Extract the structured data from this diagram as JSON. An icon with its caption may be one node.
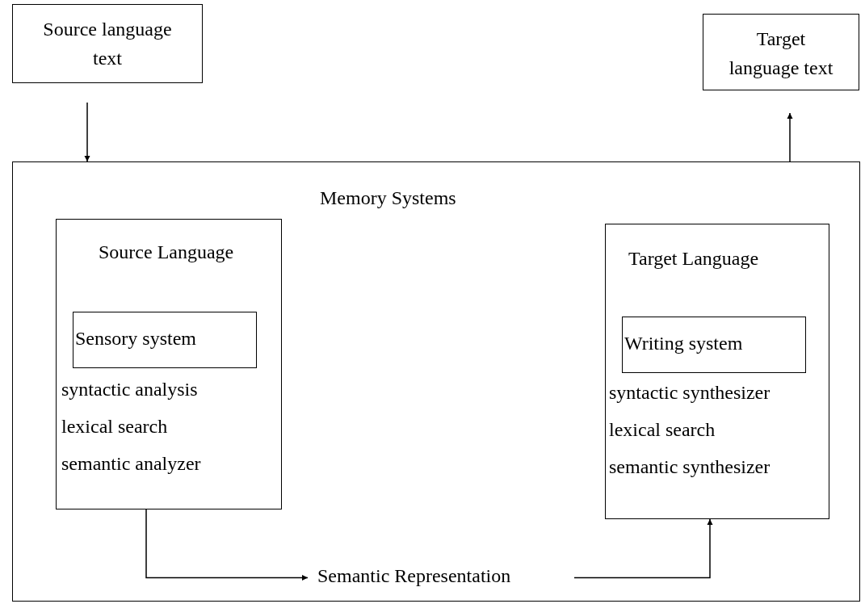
{
  "diagram": {
    "nodes": [
      {
        "text": [
          "Source language text"
        ]
      },
      {
        "text": [
          "Target language text"
        ]
      },
      {
        "text": [
          "Memory Systems"
        ]
      },
      {
        "text": [
          "Source Language",
          "syntactic analysis",
          "lexical search",
          "semantic analyzer"
        ],
        "in": 2
      },
      {
        "text": [
          "Sensory system"
        ],
        "in": 3
      },
      {
        "text": [
          "Target Language",
          "syntactic synthesizer",
          "lexical search",
          "semantic synthesizer"
        ],
        "in": 2
      },
      {
        "text": [
          "Writing system"
        ],
        "in": 5
      },
      {
        "text": [
          "Semantic Representation"
        ],
        "in": 2
      }
    ],
    "edges": [
      {
        "from": 0,
        "to": 2,
        "arrow": "to"
      },
      {
        "from": 2,
        "to": 1,
        "arrow": "to"
      },
      {
        "from": 3,
        "to": 7,
        "arrow": "to"
      },
      {
        "from": 7,
        "to": 5,
        "arrow": "to"
      }
    ]
  }
}
